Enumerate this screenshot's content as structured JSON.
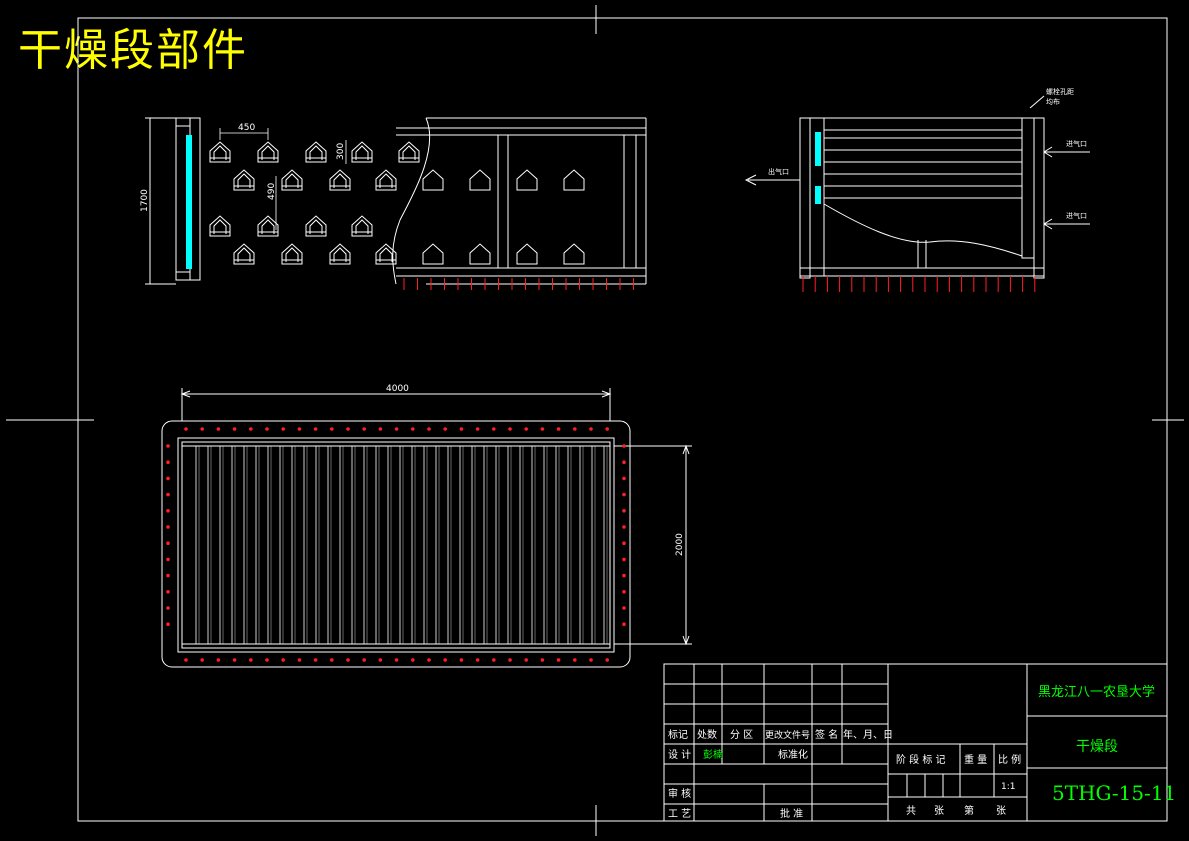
{
  "title": "干燥段部件",
  "dimensions": {
    "spacing_h": "450",
    "spacing_v1": "300",
    "spacing_v2": "490",
    "height": "1700",
    "length": "4000",
    "width": "2000"
  },
  "labels": {
    "top_note_1": "螺栓孔距",
    "top_note_2": "均布",
    "inlet_1": "进气口",
    "inlet_2": "进气口",
    "outlet": "出气口"
  },
  "title_block": {
    "university": "黑龙江八一农垦大学",
    "part_name": "干燥段",
    "drawing_no": "5THG-15-11",
    "scale": "1:1",
    "header_cells": [
      "标记",
      "处数",
      "分 区",
      "更改文件号",
      "签 名",
      "年、月、日"
    ],
    "design_label": "设 计",
    "designer": "彭楠",
    "standardize_label": "标准化",
    "review_label": "审 核",
    "process_label": "工 艺",
    "approve_label": "批 准",
    "stage_label": "阶 段 标 记",
    "weight_label": "重 量",
    "ratio_label": "比 例",
    "total_label": "共",
    "sheets_label": "张",
    "sheet_label": "第",
    "sheet_end_label": "张"
  },
  "colors": {
    "line": "#ffffff",
    "title": "#ffff00",
    "accent": "#00ffff",
    "bolt": "#ff2020",
    "text_green": "#00ff00"
  }
}
